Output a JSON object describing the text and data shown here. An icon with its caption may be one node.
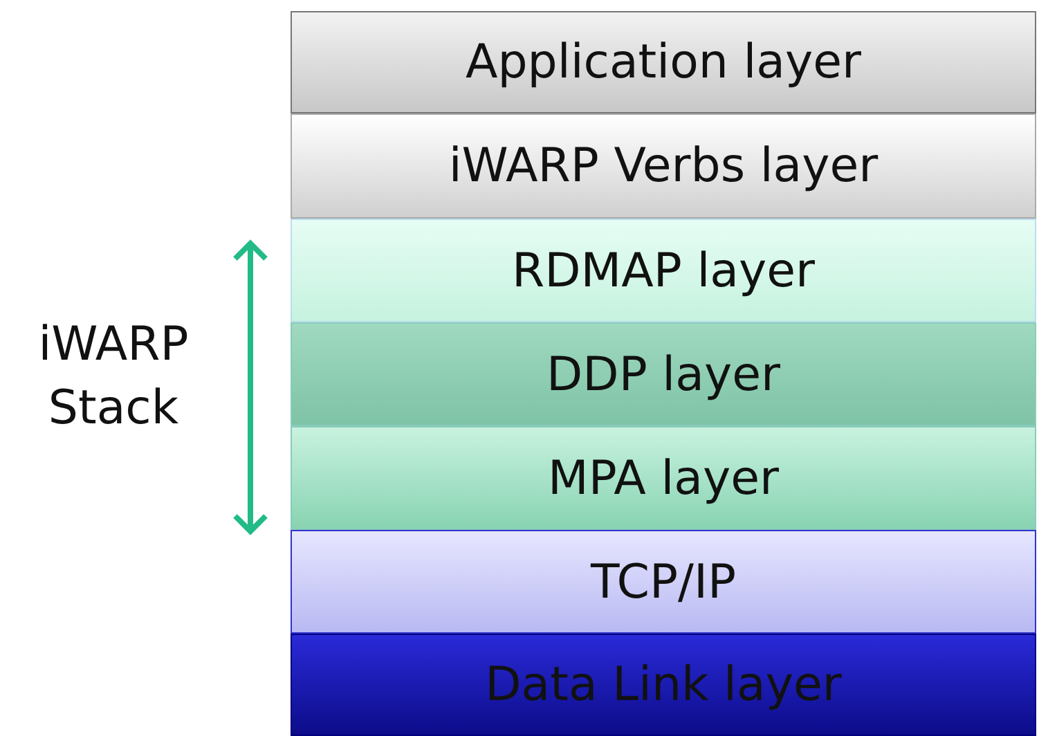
{
  "diagram": {
    "nodes": [
      {
        "text": [
          "Application layer"
        ]
      },
      {
        "text": [
          "iWARP Verbs layer"
        ]
      },
      {
        "text": [
          "RDMAP layer"
        ]
      },
      {
        "text": [
          "DDP layer"
        ]
      },
      {
        "text": [
          "MPA layer"
        ]
      },
      {
        "text": [
          "TCP/IP"
        ]
      },
      {
        "text": [
          "Data Link layer"
        ]
      }
    ],
    "labels": [
      "iWARP Stack"
    ]
  }
}
